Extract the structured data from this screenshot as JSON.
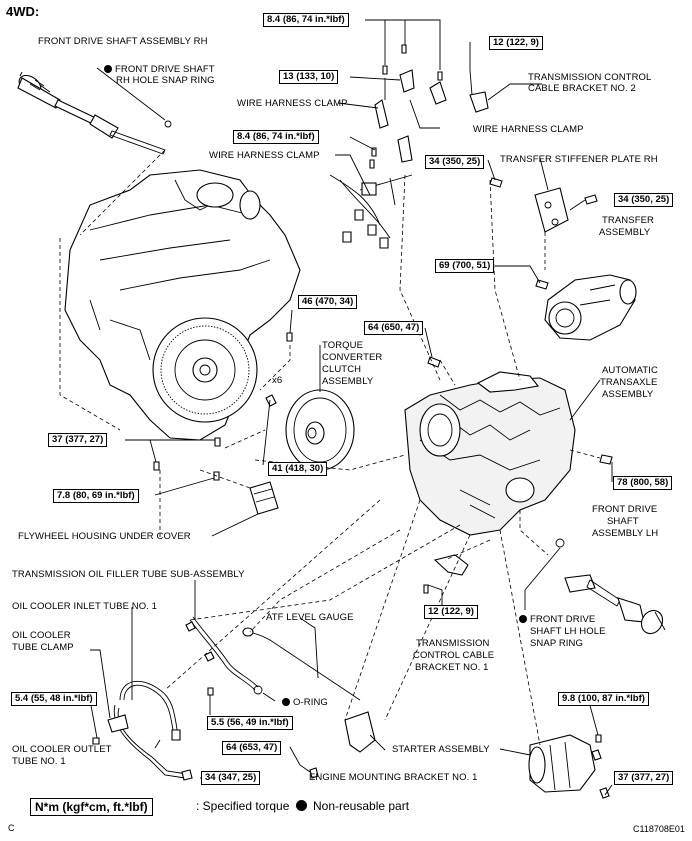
{
  "heading": "4WD:",
  "labels": {
    "front_drive_shaft_rh": "FRONT DRIVE SHAFT ASSEMBLY RH",
    "snap_ring_rh_1": "FRONT DRIVE SHAFT",
    "snap_ring_rh_2": "RH HOLE SNAP RING",
    "wire_harness_clamp_a": "WIRE HARNESS CLAMP",
    "wire_harness_clamp_b": "WIRE HARNESS CLAMP",
    "wire_harness_clamp_c": "WIRE HARNESS CLAMP",
    "tcc_bracket_2_a": "TRANSMISSION CONTROL",
    "tcc_bracket_2_b": "CABLE BRACKET NO. 2",
    "transfer_stiffener": "TRANSFER STIFFENER PLATE RH",
    "transfer_assembly_a": "TRANSFER",
    "transfer_assembly_b": "ASSEMBLY",
    "torque_converter_a": "TORQUE",
    "torque_converter_b": "CONVERTER",
    "torque_converter_c": "CLUTCH",
    "torque_converter_d": "ASSEMBLY",
    "x6": "x6",
    "auto_transaxle_a": "AUTOMATIC",
    "auto_transaxle_b": "TRANSAXLE",
    "auto_transaxle_c": "ASSEMBLY",
    "front_drive_shaft_lh_a": "FRONT DRIVE",
    "front_drive_shaft_lh_b": "SHAFT",
    "front_drive_shaft_lh_c": "ASSEMBLY LH",
    "flywheel_cover": "FLYWHEEL HOUSING UNDER COVER",
    "oil_filler_tube": "TRANSMISSION OIL FILLER TUBE SUB-ASSEMBLY",
    "oil_cooler_inlet": "OIL COOLER INLET TUBE NO. 1",
    "atf_gauge": "ATF LEVEL GAUGE",
    "snap_ring_lh_a": "FRONT DRIVE",
    "snap_ring_lh_b": "SHAFT LH HOLE",
    "snap_ring_lh_c": "SNAP RING",
    "oil_cooler_clamp_a": "OIL COOLER",
    "oil_cooler_clamp_b": "TUBE CLAMP",
    "tcc_bracket_1_a": "TRANSMISSION",
    "tcc_bracket_1_b": "CONTROL CABLE",
    "tcc_bracket_1_c": "BRACKET NO. 1",
    "o_ring": "O-RING",
    "oil_cooler_outlet_a": "OIL COOLER OUTLET",
    "oil_cooler_outlet_b": "TUBE NO. 1",
    "starter": "STARTER ASSEMBLY",
    "engine_mount": "ENGINE MOUNTING BRACKET NO. 1"
  },
  "torques": {
    "t1": "8.4 (86, 74 in.*lbf)",
    "t2": "12 (122, 9)",
    "t3": "13 (133, 10)",
    "t4": "8.4 (86, 74 in.*lbf)",
    "t5": "34 (350, 25)",
    "t6": "34 (350, 25)",
    "t7": "69 (700, 51)",
    "t8": "46 (470, 34)",
    "t9": "64 (650, 47)",
    "t10": "37 (377, 27)",
    "t11": "41 (418, 30)",
    "t12": "78 (800, 58)",
    "t13": "7.8 (80, 69 in.*lbf)",
    "t14": "12 (122, 9)",
    "t15": "5.4 (55, 48 in.*lbf)",
    "t16": "5.5 (56, 49 in.*lbf)",
    "t17": "9.8 (100, 87 in.*lbf)",
    "t18": "64 (653, 47)",
    "t19": "34 (347, 25)",
    "t20": "37 (377, 27)"
  },
  "legend": {
    "box": "N*m (kgf*cm, ft.*lbf)",
    "specified": ": Specified torque",
    "non_reusable": "Non-reusable part"
  },
  "corner_left": "C",
  "corner_right": "C118708E01"
}
